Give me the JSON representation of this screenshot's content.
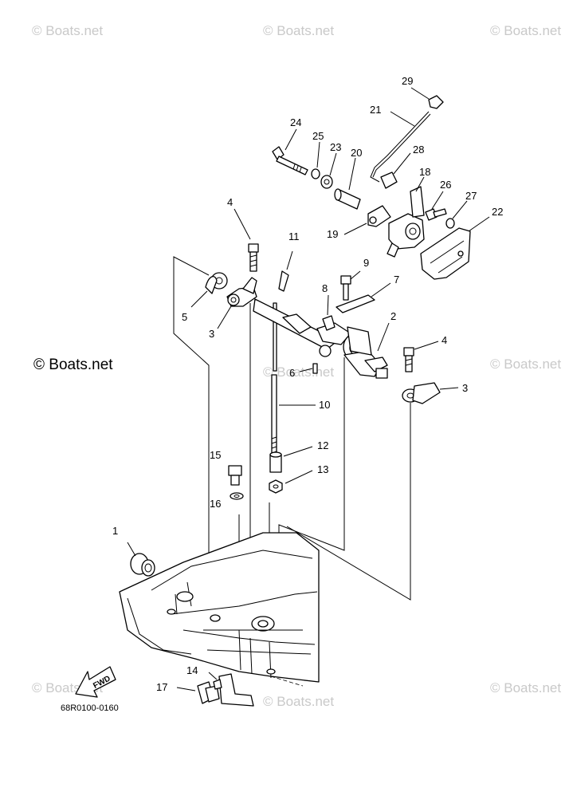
{
  "watermarks": {
    "light": "© Boats.net",
    "dark": "© Boats.net"
  },
  "diagram_code": "68R0100-0160",
  "fwd_label": "FWD",
  "callouts": [
    "1",
    "2",
    "3",
    "3",
    "4",
    "4",
    "5",
    "6",
    "7",
    "8",
    "9",
    "10",
    "11",
    "12",
    "13",
    "14",
    "15",
    "16",
    "17",
    "18",
    "19",
    "20",
    "21",
    "22",
    "23",
    "24",
    "25",
    "26",
    "27",
    "28",
    "29"
  ]
}
